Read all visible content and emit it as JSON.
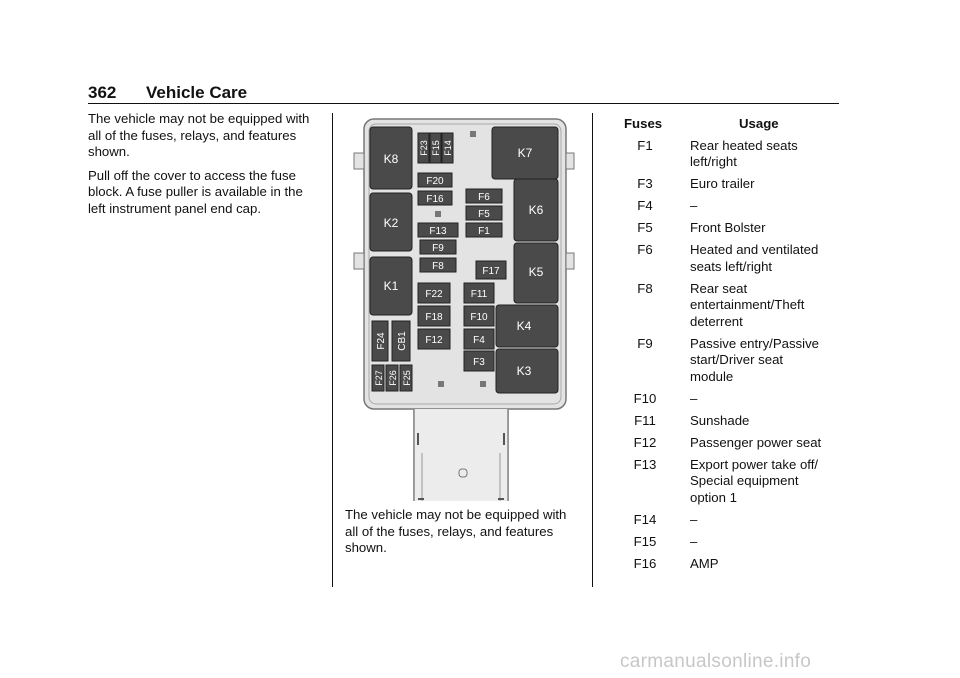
{
  "header": {
    "page_number": "362",
    "section": "Vehicle Care"
  },
  "left_column": {
    "para1": "The vehicle may not be equipped with all of the fuses, relays, and features shown.",
    "para2": "Pull off the cover to access the fuse block. A fuse puller is available in the left instrument panel end cap."
  },
  "diagram": {
    "relays": [
      "K8",
      "K2",
      "K1",
      "K7",
      "K6",
      "K5",
      "K4",
      "K3"
    ],
    "fuses": [
      "F23",
      "F15",
      "F14",
      "F20",
      "F16",
      "F13",
      "F9",
      "F8",
      "F6",
      "F5",
      "F1",
      "F17",
      "F22",
      "F11",
      "F18",
      "F10",
      "F12",
      "F4",
      "F3",
      "F24",
      "CB1",
      "F27",
      "F26",
      "F25"
    ]
  },
  "caption": "The vehicle may not be equipped with all of the fuses, relays, and features shown.",
  "table": {
    "col_fuses": "Fuses",
    "col_usage": "Usage",
    "rows": [
      {
        "fuse": "F1",
        "usage": [
          "Rear heated seats",
          "left/right"
        ]
      },
      {
        "fuse": "F3",
        "usage": [
          "Euro trailer"
        ]
      },
      {
        "fuse": "F4",
        "usage": [
          "–"
        ]
      },
      {
        "fuse": "F5",
        "usage": [
          "Front Bolster"
        ]
      },
      {
        "fuse": "F6",
        "usage": [
          "Heated and ventilated",
          "seats left/right"
        ]
      },
      {
        "fuse": "F8",
        "usage": [
          "Rear seat",
          "entertainment/Theft",
          "deterrent"
        ]
      },
      {
        "fuse": "F9",
        "usage": [
          "Passive entry/Passive",
          "start/Driver seat",
          "module"
        ]
      },
      {
        "fuse": "F10",
        "usage": [
          "–"
        ]
      },
      {
        "fuse": "F11",
        "usage": [
          "Sunshade"
        ]
      },
      {
        "fuse": "F12",
        "usage": [
          "Passenger power seat"
        ]
      },
      {
        "fuse": "F13",
        "usage": [
          "Export power take off/",
          "Special equipment",
          "option 1"
        ]
      },
      {
        "fuse": "F14",
        "usage": [
          "–"
        ]
      },
      {
        "fuse": "F15",
        "usage": [
          "–"
        ]
      },
      {
        "fuse": "F16",
        "usage": [
          "AMP"
        ]
      }
    ]
  },
  "watermark": "carmanualsonline.info"
}
